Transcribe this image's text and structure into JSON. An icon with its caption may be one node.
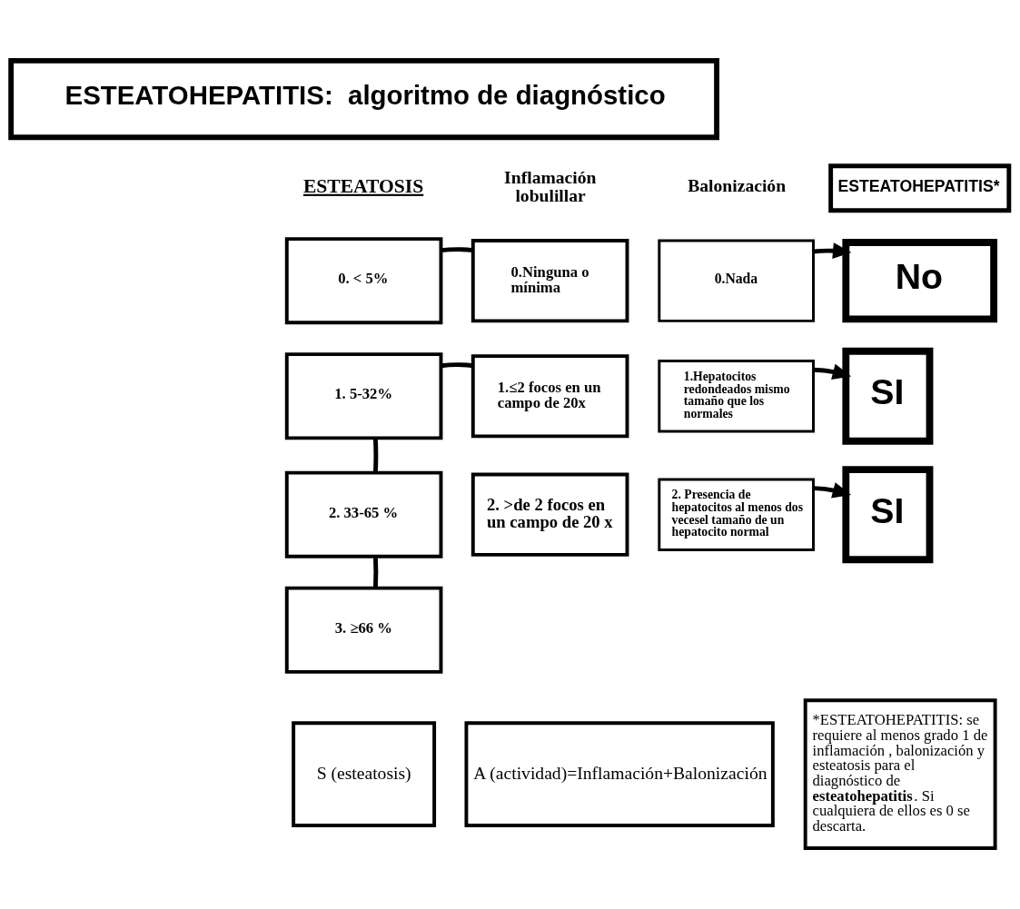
{
  "diagram": {
    "nodes": [
      {
        "text": [
          "ESTEATOHEPATITIS:  algoritmo de diagnóstico"
        ]
      },
      {
        "text": [
          "ESTEATOHEPATITIS*"
        ]
      },
      {
        "text": [
          "0. < 5%"
        ]
      },
      {
        "text": [
          "0.Ninguna o mínima"
        ]
      },
      {
        "text": [
          "0.Nada"
        ]
      },
      {
        "text": [
          "No"
        ]
      },
      {
        "text": [
          "1. 5-32%"
        ]
      },
      {
        "text": [
          "1.≤2 focos en un campo de 20x"
        ]
      },
      {
        "text": [
          "1.Hepatocitos redondeados mismo tamaño que los normales"
        ]
      },
      {
        "text": [
          "SI"
        ]
      },
      {
        "text": [
          "2. 33-65 %"
        ]
      },
      {
        "text": [
          "2. >de 2 focos en un campo de 20 x"
        ]
      },
      {
        "text": [
          "2. Presencia de hepatocitos al menos dos vecesel tamaño de un hepatocito normal"
        ]
      },
      {
        "text": [
          "SI"
        ]
      },
      {
        "text": [
          "3. ≥66 %"
        ]
      },
      {
        "text": [
          "S (esteatosis)"
        ]
      },
      {
        "text": [
          "A (actividad)=Inflamación+Balonización"
        ]
      },
      {
        "text": [
          "*ESTEATOHEPATITIS: se requiere al menos grado 1 de inflamación , balonización y esteatosis para el diagnóstico de **esteatohepatitis**. Si cualquiera de ellos es 0 se descarta."
        ]
      }
    ],
    "edges": [
      {
        "from": 2,
        "to": 3,
        "arrow": "none"
      },
      {
        "from": 4,
        "to": 5,
        "arrow": "to"
      },
      {
        "from": 6,
        "to": 7,
        "arrow": "none"
      },
      {
        "from": 8,
        "to": 9,
        "arrow": "to"
      },
      {
        "from": 6,
        "to": 10,
        "arrow": "none"
      },
      {
        "from": 12,
        "to": 13,
        "arrow": "to"
      },
      {
        "from": 10,
        "to": 14,
        "arrow": "none"
      }
    ],
    "labels": [
      "ESTEATOSIS",
      "Inflamación lobulillar",
      "Balonización"
    ]
  }
}
